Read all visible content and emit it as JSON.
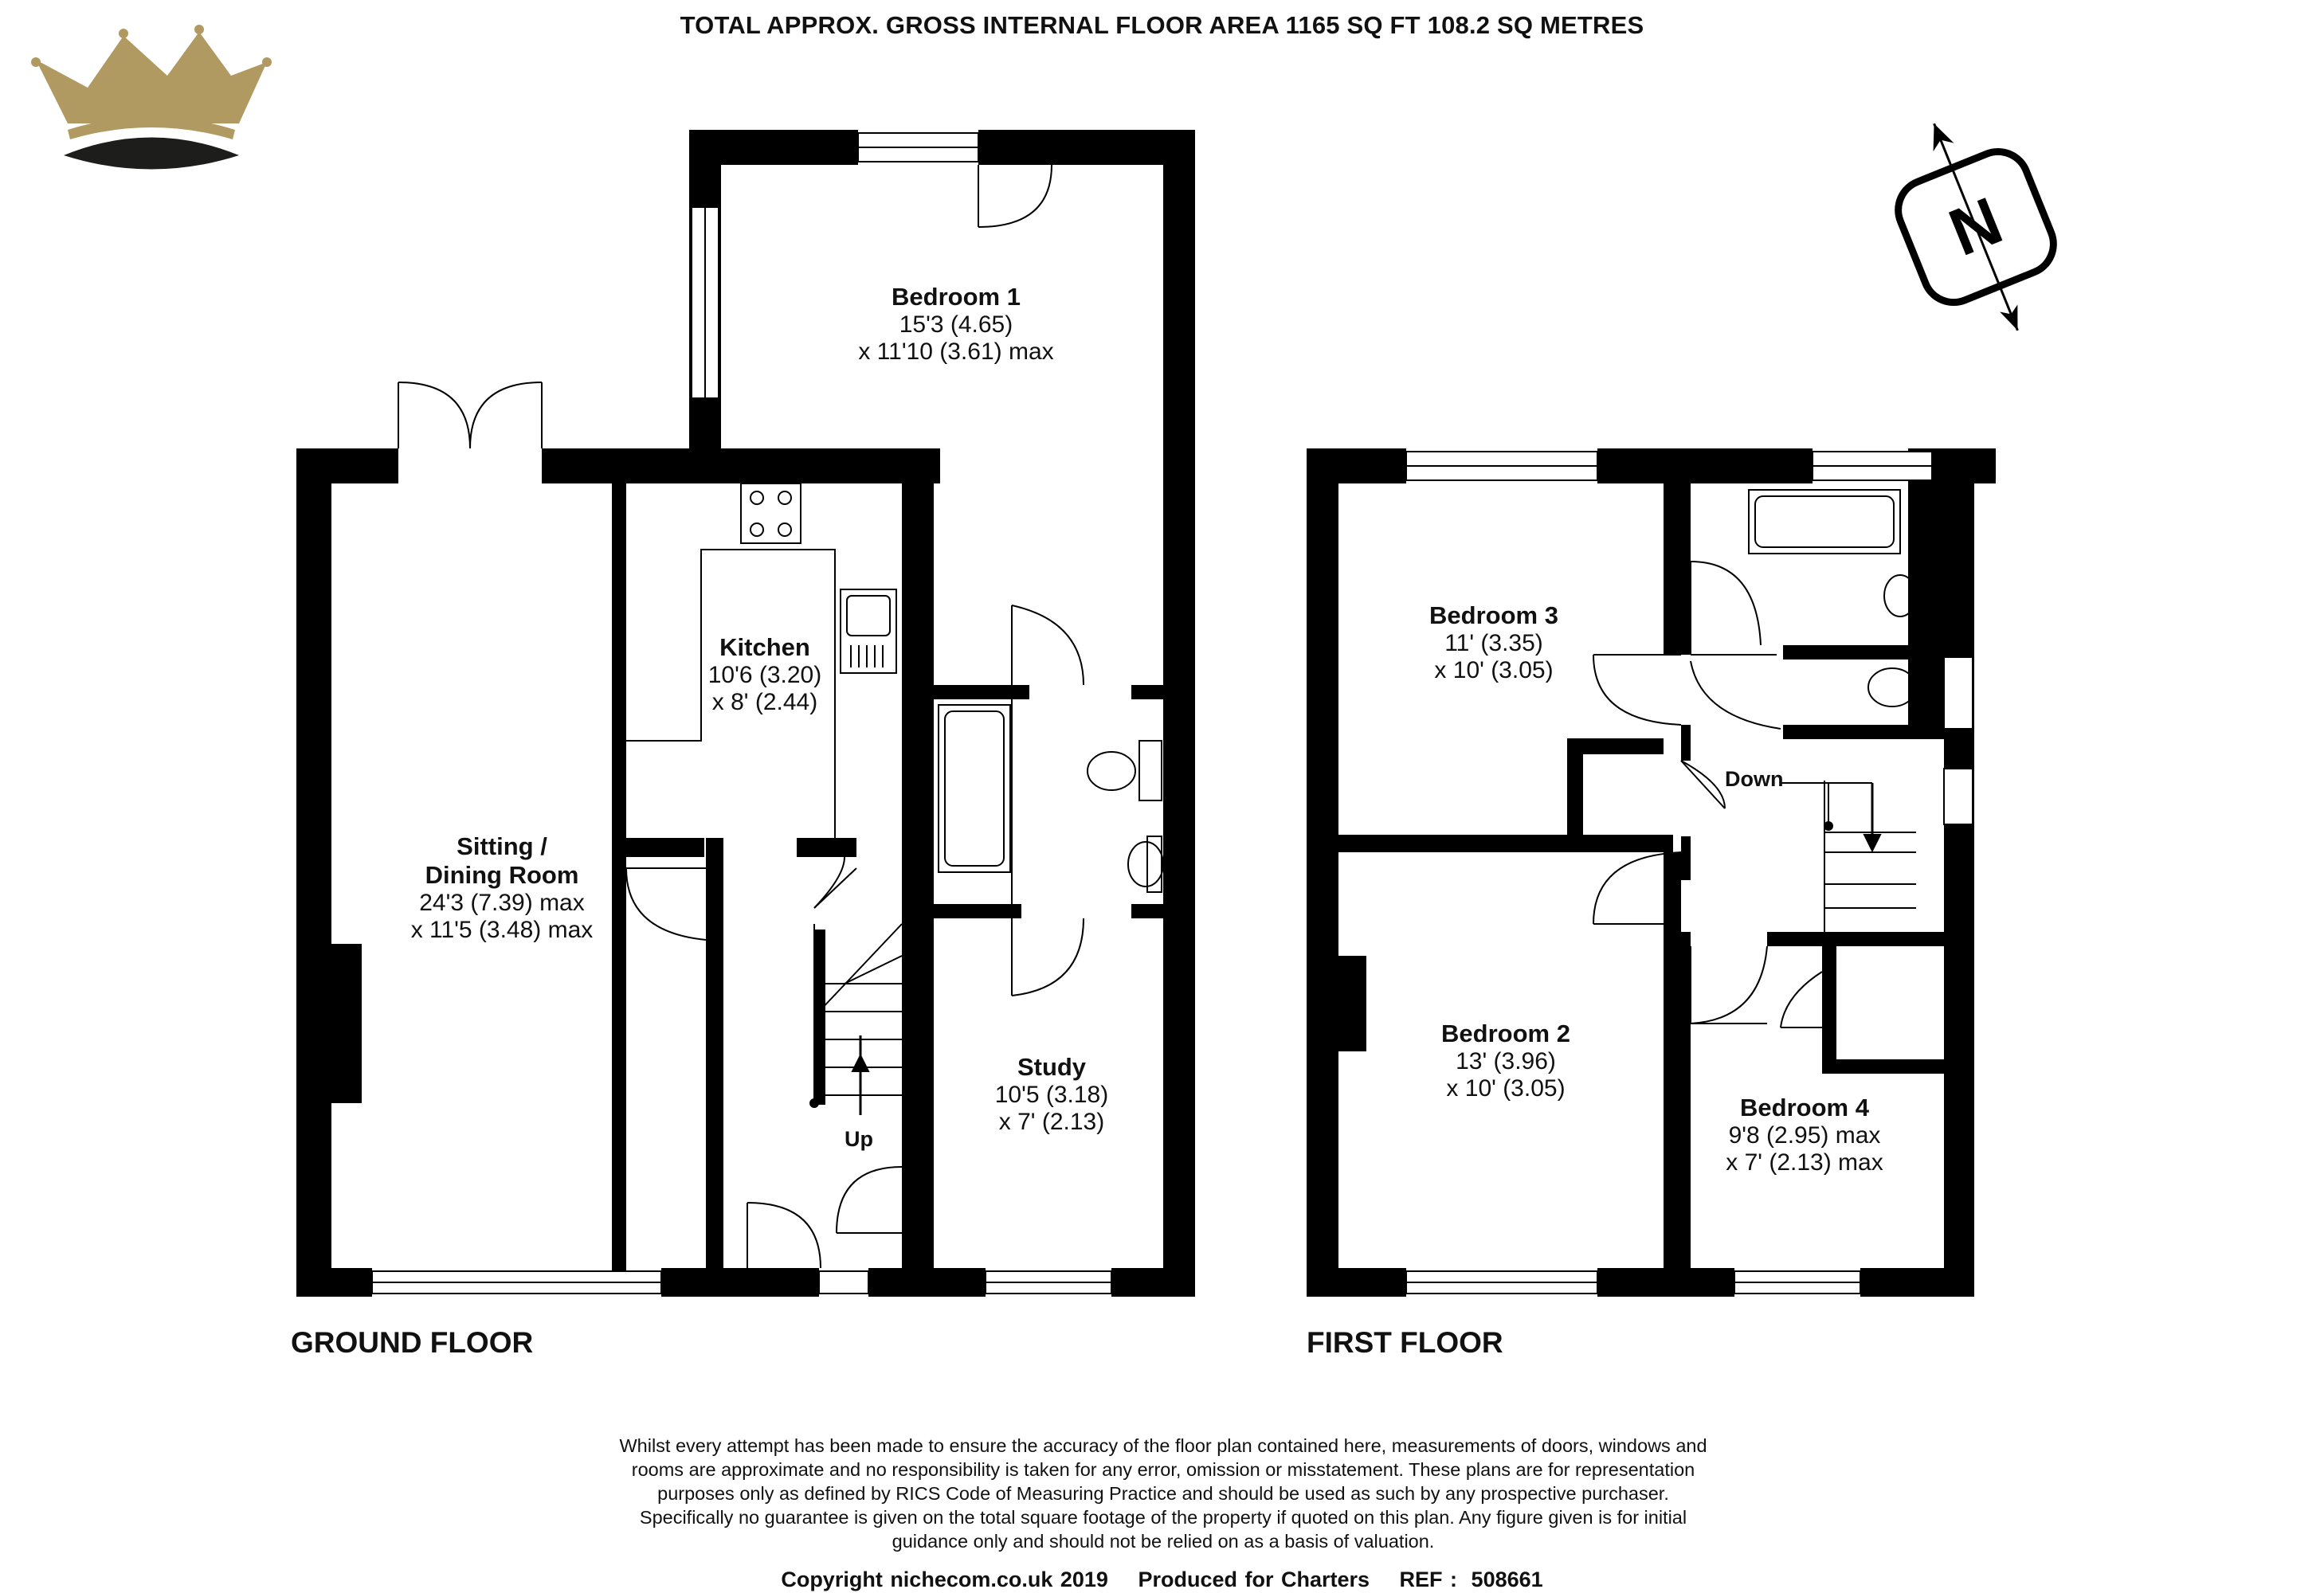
{
  "header": {
    "title": "TOTAL APPROX. GROSS INTERNAL FLOOR AREA 1165 SQ FT 108.2 SQ METRES"
  },
  "logo": {
    "icon": "crown-logo-icon",
    "gold": "#b19a62",
    "dark": "#1d1d1b"
  },
  "compass": {
    "icon": "north-compass-icon",
    "letter": "N"
  },
  "floors": {
    "ground": {
      "label": "GROUND FLOOR",
      "rooms": {
        "bedroom1": {
          "name": "Bedroom 1",
          "dim1": "15'3 (4.65)",
          "dim2": "x 11'10 (3.61) max"
        },
        "kitchen": {
          "name": "Kitchen",
          "dim1": "10'6 (3.20)",
          "dim2": "x 8' (2.44)"
        },
        "sitting": {
          "name1": "Sitting /",
          "name2": "Dining Room",
          "dim1": "24'3 (7.39) max",
          "dim2": "x 11'5 (3.48) max"
        },
        "study": {
          "name": "Study",
          "dim1": "10'5 (3.18)",
          "dim2": "x 7' (2.13)"
        }
      },
      "stairs": "Up"
    },
    "first": {
      "label": "FIRST FLOOR",
      "rooms": {
        "bedroom3": {
          "name": "Bedroom 3",
          "dim1": "11' (3.35)",
          "dim2": "x 10' (3.05)"
        },
        "bedroom2": {
          "name": "Bedroom 2",
          "dim1": "13' (3.96)",
          "dim2": "x 10' (3.05)"
        },
        "bedroom4": {
          "name": "Bedroom 4",
          "dim1": "9'8 (2.95) max",
          "dim2": "x 7' (2.13) max"
        }
      },
      "stairs": "Down"
    }
  },
  "disclaimer": {
    "line1": "Whilst every attempt has been made to ensure the accuracy of the floor plan contained here, measurements of doors, windows and",
    "line2": "rooms are approximate and no responsibility is taken for any error, omission or misstatement. These plans are for representation",
    "line3": "purposes only as defined by RICS Code of Measuring Practice and should be used as such by any prospective purchaser.",
    "line4": "Specifically no guarantee is given on the total square footage of the property if quoted on this plan. Any figure given is for initial",
    "line5": "guidance only and should not be relied on as a basis of valuation."
  },
  "footer": {
    "copyright": "Copyright nichecom.co.uk 2019",
    "produced": "Produced for Charters",
    "ref_label": "REF :",
    "ref_value": "508661"
  }
}
